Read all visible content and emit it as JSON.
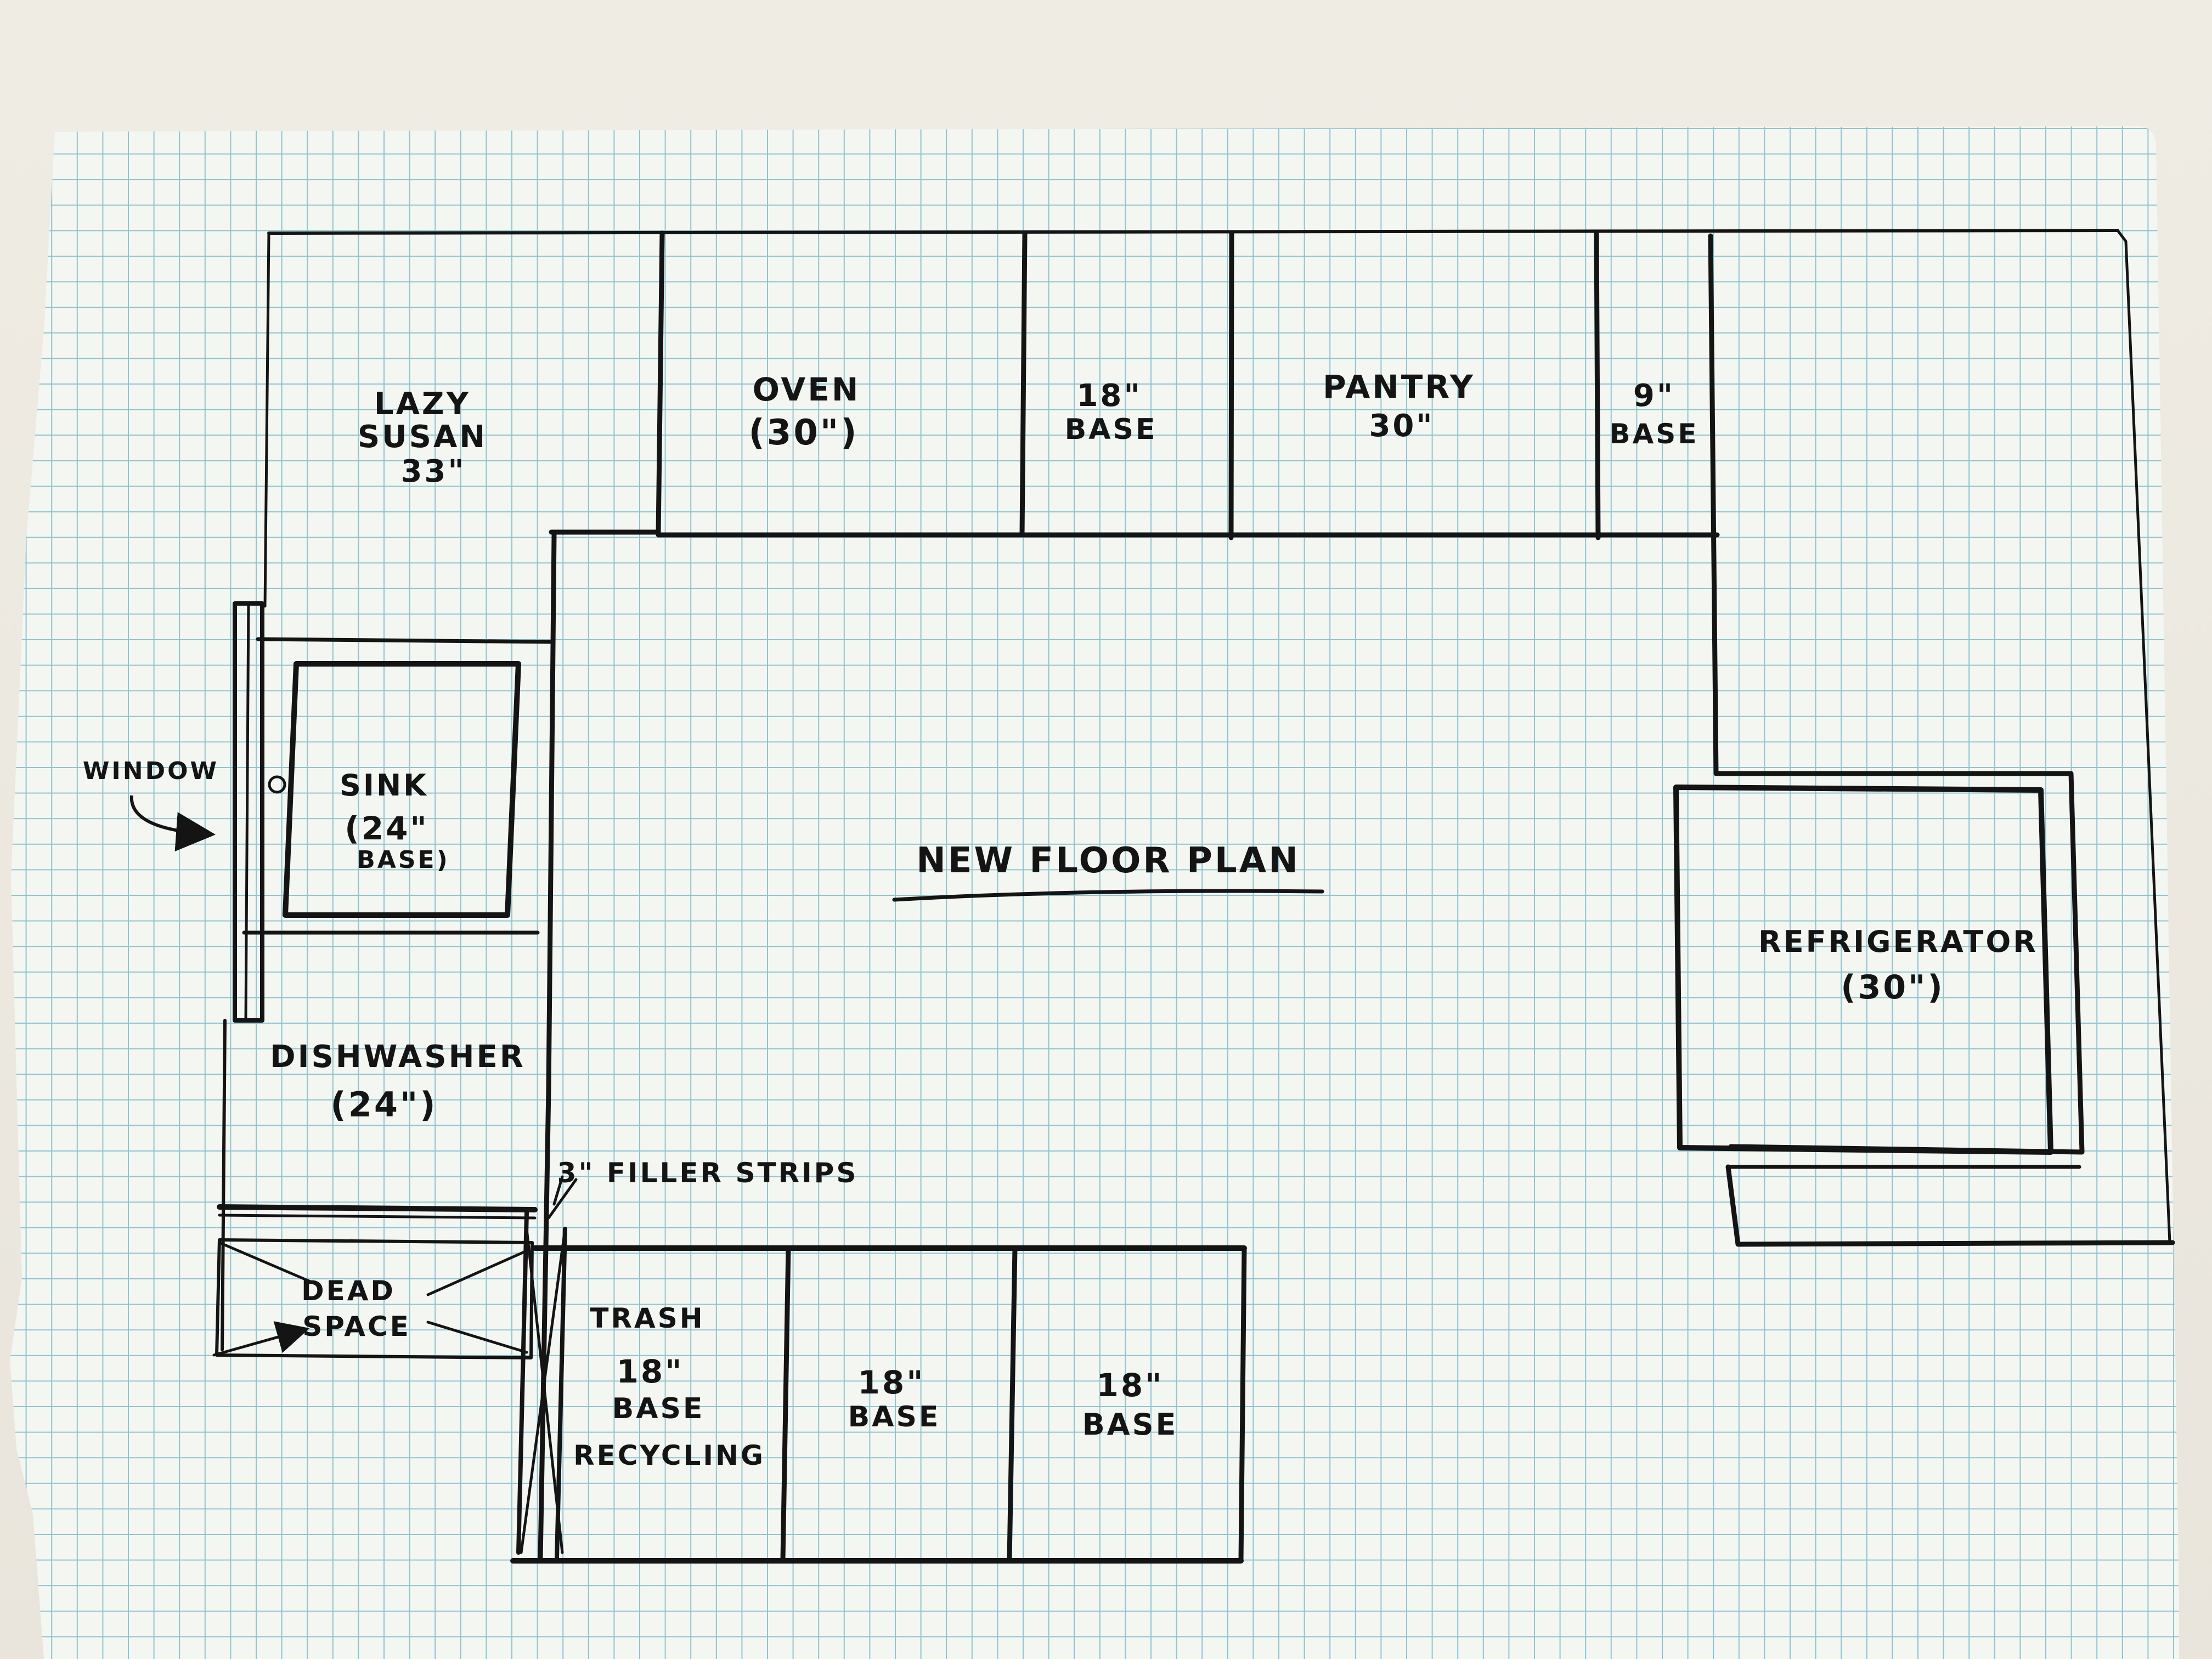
{
  "title": "NEW FLOOR PLAN",
  "labels": {
    "lazy_susan": [
      "LAZY",
      "SUSAN",
      "33\""
    ],
    "oven": [
      "OVEN",
      "(30\")"
    ],
    "base_18_top": [
      "18\"",
      "BASE"
    ],
    "pantry": [
      "PANTRY",
      "30\""
    ],
    "base_9": [
      "9\"",
      "BASE"
    ],
    "window": "WINDOW",
    "sink": [
      "SINK",
      "(24\"",
      "BASE)"
    ],
    "refrigerator": [
      "REFRIGERATOR",
      "(30\")"
    ],
    "dishwasher": [
      "DISHWASHER",
      "(24\")"
    ],
    "filler": "3\" FILLER STRIPS",
    "dead_space": [
      "DEAD",
      "SPACE"
    ],
    "trash": [
      "TRASH",
      "18\"",
      "BASE",
      "RECYCLING"
    ],
    "base_18_bottom_mid": [
      "18\"",
      "BASE"
    ],
    "base_18_bottom_right": [
      "18\"",
      "BASE"
    ]
  },
  "colors": {
    "ink": "#141414",
    "grid": "#8fc4d0",
    "grid_major": "#6fb0c2",
    "paper": "#f4f6f2"
  }
}
